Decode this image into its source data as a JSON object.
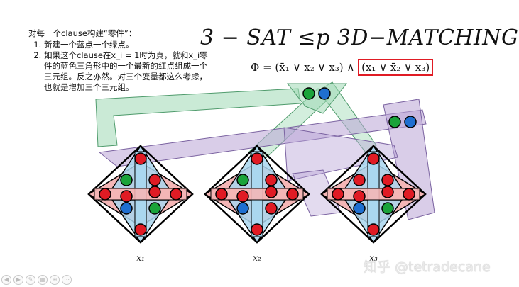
{
  "notes": {
    "intro": "对每一个clause构建“零件”：",
    "items": [
      "新建一个蓝点一个绿点。",
      "如果这个clause在x_i = 1时为真，就和x_i零件的蓝色三角形中的一个最新的红点组成一个三元组。反之亦然。对三个变量都这么考虑，也就是增加三个三元组。"
    ]
  },
  "title": "3 − SAT ≤p 3D−MATCHING",
  "formula": {
    "prefix": "Φ = (x̄₁ ∨ x₂ ∨ x₃) ∧ ",
    "boxed": "(x₁ ∨ x̄₂ ∨ x₃)"
  },
  "gadgets": [
    {
      "label": "x₁"
    },
    {
      "label": "x₂"
    },
    {
      "label": "x₃"
    }
  ],
  "clause_node_colors": [
    "green",
    "blue"
  ],
  "colors": {
    "red_node": "#e01b24",
    "blue_node": "#1f6fd0",
    "green_node": "#1aa33a",
    "pink_triangle": "#f4b6b6",
    "blue_triangle": "#a9d6ee",
    "green_band": "#9ed9b4",
    "purple_band": "#b9a4d6",
    "formula_box": "#e01b24"
  },
  "watermark": "知乎 @tetradecane",
  "toolbar_icons": [
    "prev-icon",
    "next-icon",
    "pen-icon",
    "slides-icon",
    "zoom-icon",
    "more-icon"
  ]
}
